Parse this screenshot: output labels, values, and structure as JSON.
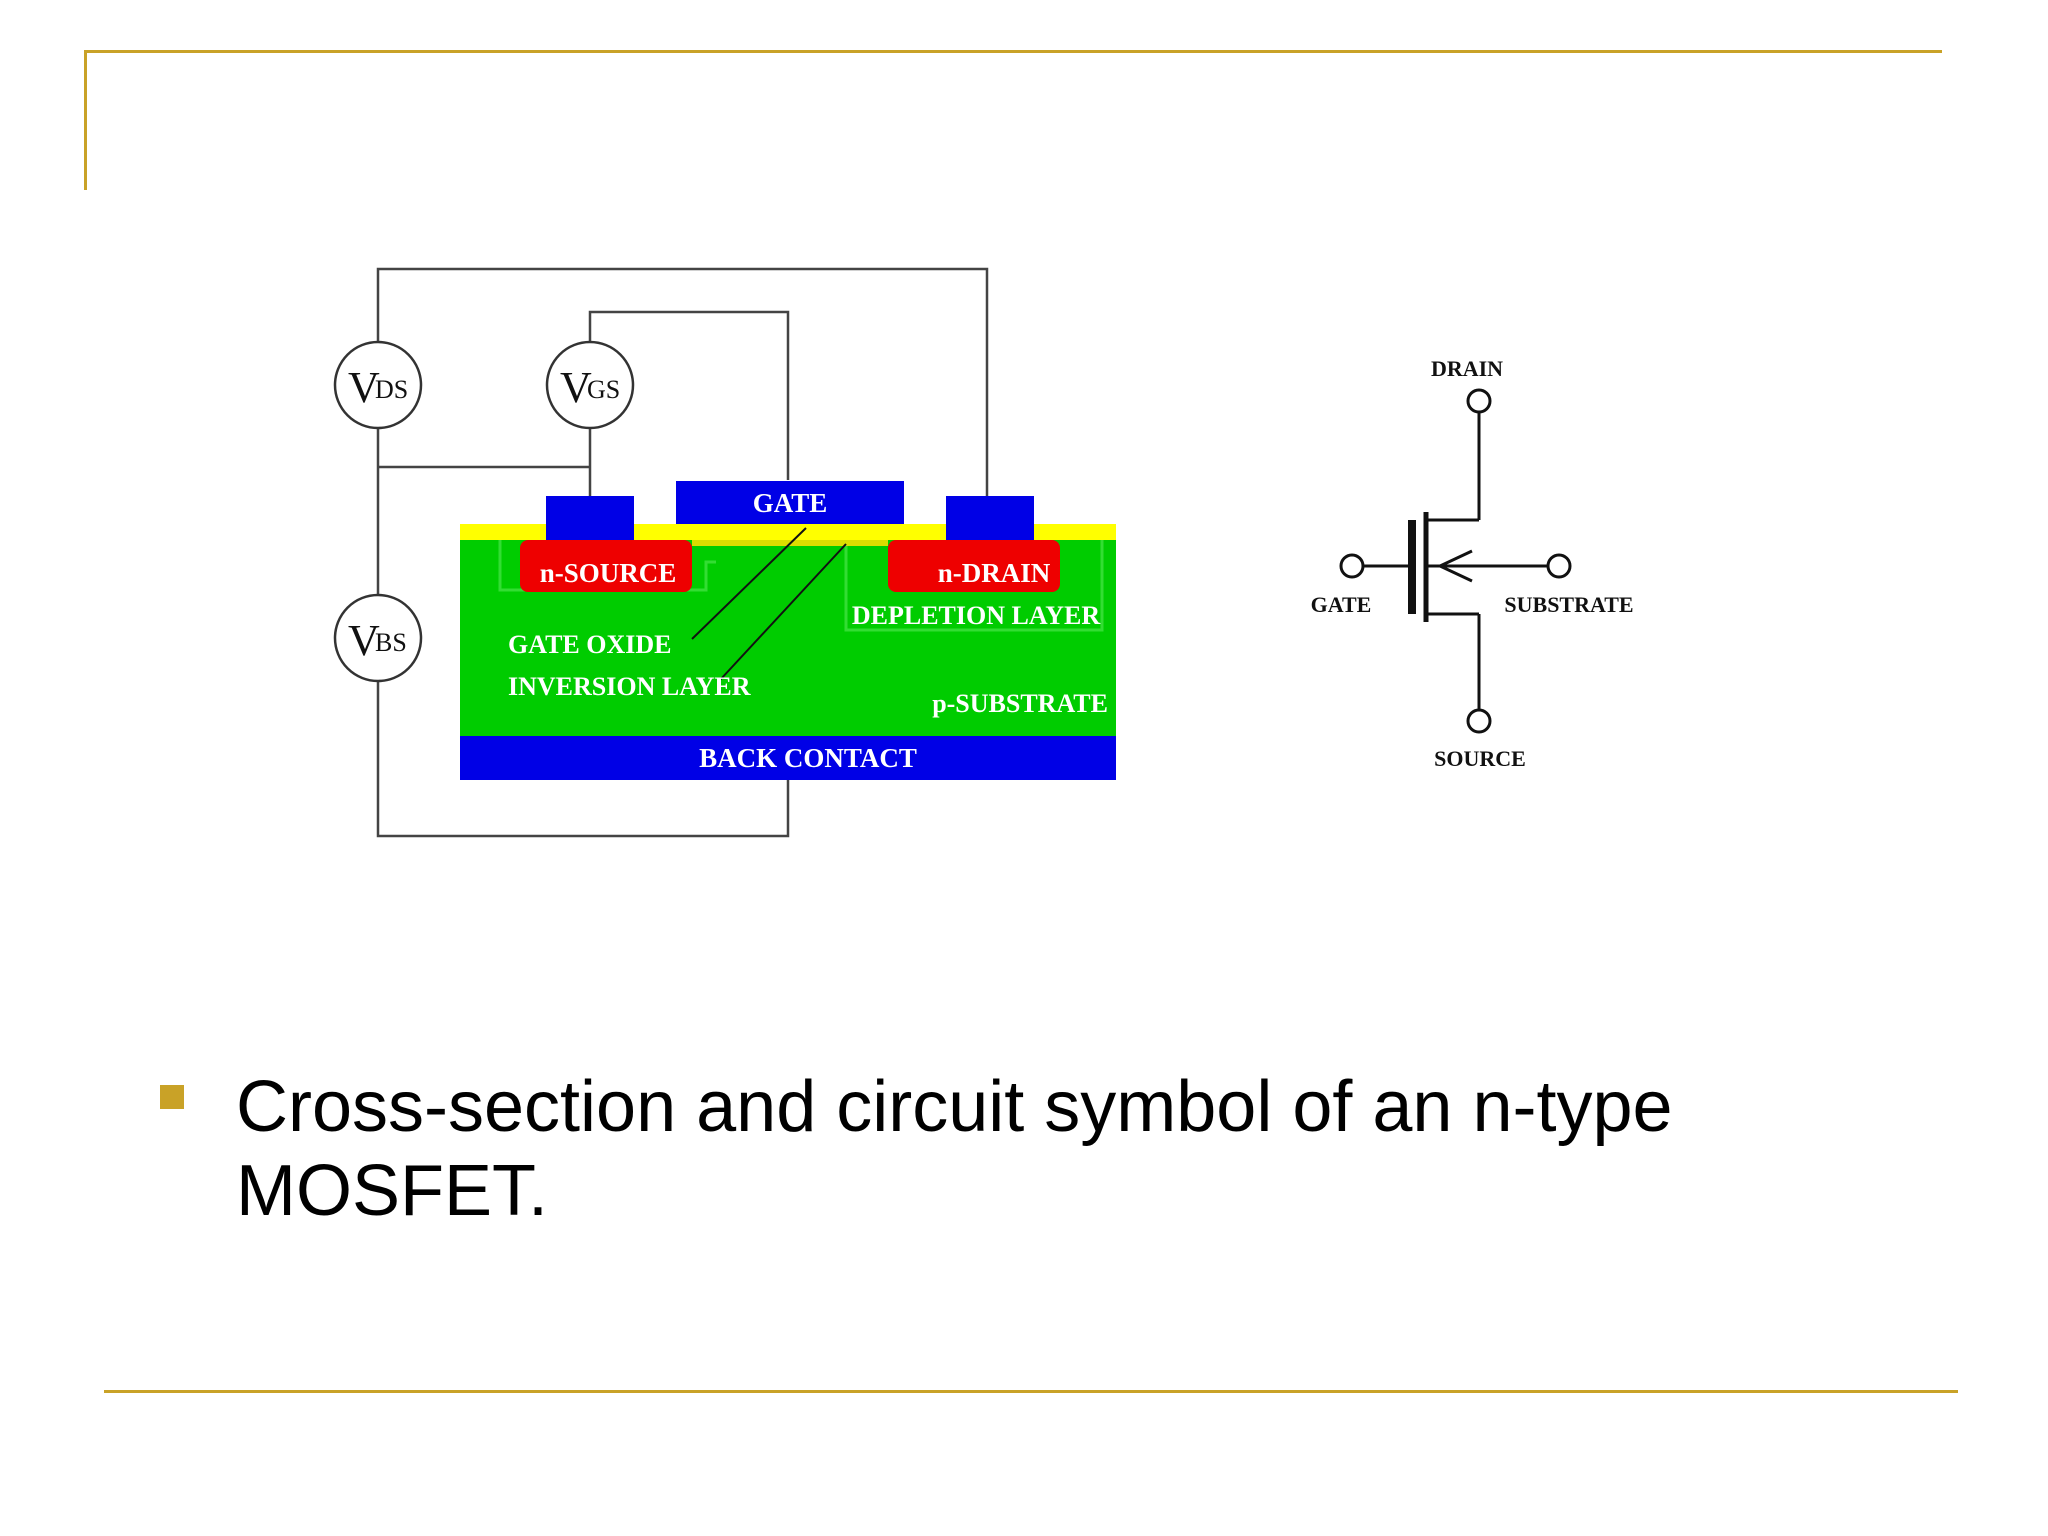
{
  "colors": {
    "accent": "#C9A227",
    "green": "#00CC00",
    "blue": "#0000E6",
    "red": "#EE0000",
    "yellow": "#FFFF00",
    "wire": "#444444"
  },
  "cross_section": {
    "meters": [
      {
        "letter": "V",
        "sub": "DS"
      },
      {
        "letter": "V",
        "sub": "GS"
      },
      {
        "letter": "V",
        "sub": "BS"
      }
    ],
    "labels": {
      "gate": "GATE",
      "n_source": "n-SOURCE",
      "n_drain": "n-DRAIN",
      "depletion_layer": "DEPLETION LAYER",
      "gate_oxide": "GATE OXIDE",
      "inversion_layer": "INVERSION LAYER",
      "p_substrate": "p-SUBSTRATE",
      "back_contact": "BACK CONTACT"
    }
  },
  "symbol": {
    "drain": "DRAIN",
    "gate": "GATE",
    "substrate": "SUBSTRATE",
    "source": "SOURCE"
  },
  "bullet": {
    "text": "Cross-section and circuit symbol of an n-type MOSFET."
  }
}
